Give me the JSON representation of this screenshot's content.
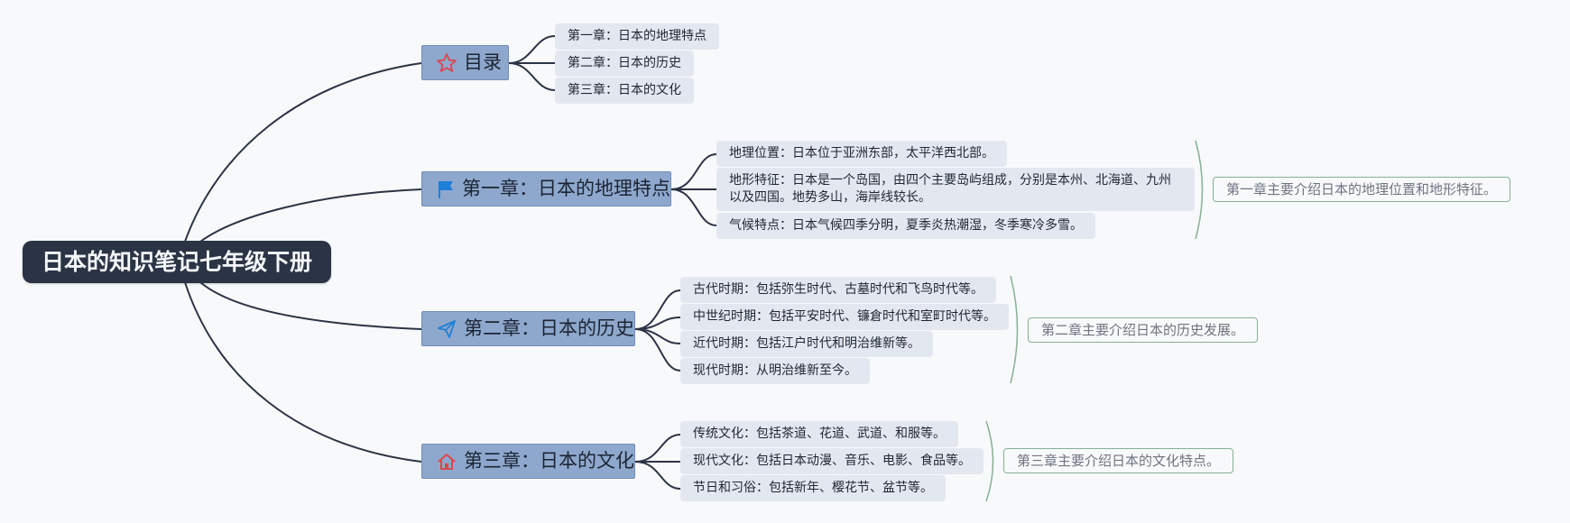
{
  "root": {
    "title": "日本的知识笔记七年级下册"
  },
  "topics": [
    {
      "label": "目录",
      "icon": "star-icon",
      "children": [
        "第一章：日本的地理特点",
        "第二章：日本的历史",
        "第三章：日本的文化"
      ]
    },
    {
      "label": "第一章：日本的地理特点",
      "icon": "flag-icon",
      "children": [
        "地理位置：日本位于亚洲东部，太平洋西北部。",
        "地形特征：日本是一个岛国，由四个主要岛屿组成，分别是本州、北海道、九州以及四国。地势多山，海岸线较长。",
        "气候特点：日本气候四季分明，夏季炎热潮湿，冬季寒冷多雪。"
      ],
      "summary": "第一章主要介绍日本的地理位置和地形特征。"
    },
    {
      "label": "第二章：日本的历史",
      "icon": "paper-plane-icon",
      "children": [
        "古代时期：包括弥生时代、古墓时代和飞鸟时代等。",
        "中世纪时期：包括平安时代、镰倉时代和室町时代等。",
        "近代时期：包括江户时代和明治维新等。",
        "现代时期：从明治维新至今。"
      ],
      "summary": "第二章主要介绍日本的历史发展。"
    },
    {
      "label": "第三章：日本的文化",
      "icon": "home-icon",
      "children": [
        "传统文化：包括茶道、花道、武道、和服等。",
        "现代文化：包括日本动漫、音乐、电影、食品等。",
        "节日和习俗：包括新年、樱花节、盆节等。"
      ],
      "summary": "第三章主要介绍日本的文化特点。"
    }
  ],
  "colors": {
    "root_bg": "#2b3445",
    "topic_bg": "#8ea8cd",
    "subtopic_bg": "#e3e8f0",
    "line": "#2b3445",
    "summary_border": "#86b096"
  }
}
